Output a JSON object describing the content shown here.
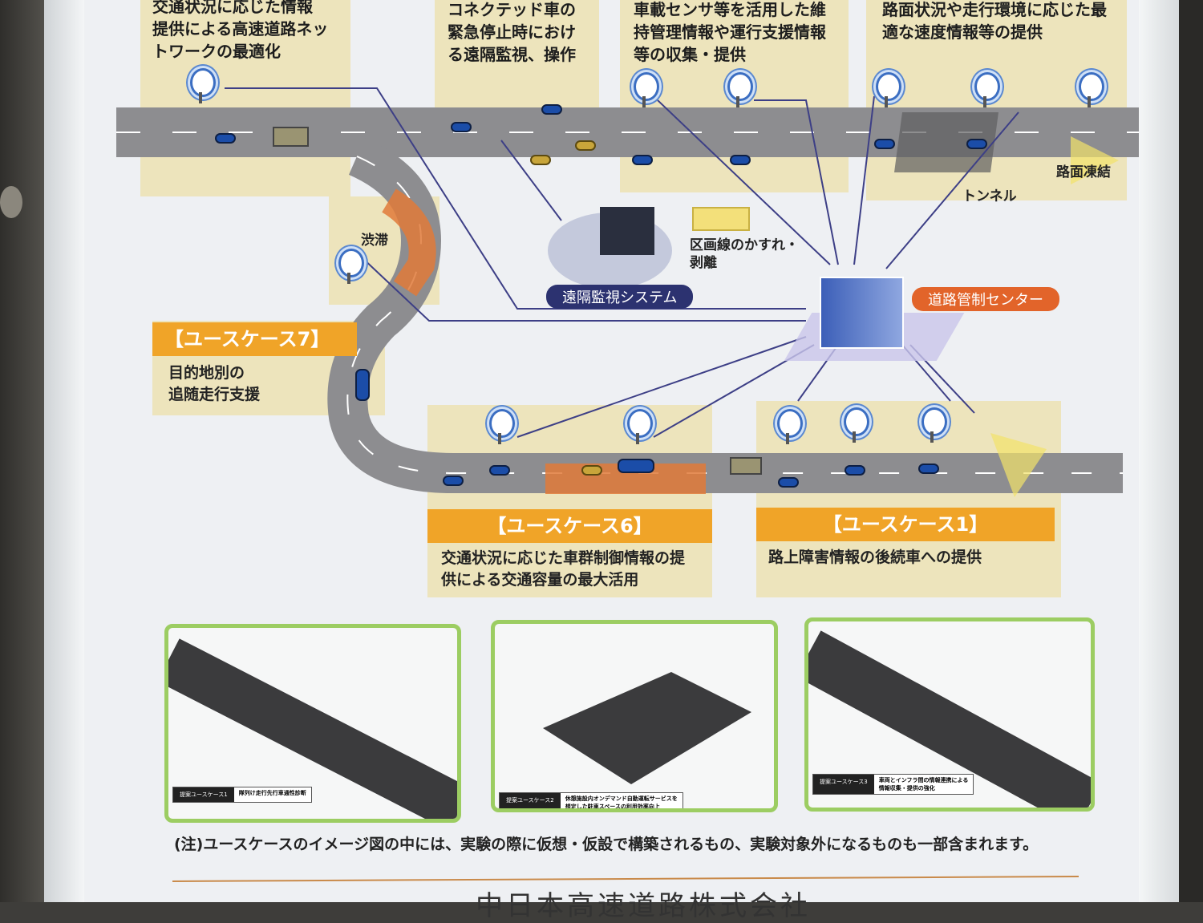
{
  "top_panels": [
    "交通状況に応じた情報\n提供による高速道路ネッ\nトワークの最適化",
    "コネクテッド車の\n緊急停止時におけ\nる遠隔監視、操作",
    "車載センサ等を活用した維\n持管理情報や運行支援情報\n等の収集・提供",
    "路面状況や走行環境に応じた最\n適な速度情報等の提供"
  ],
  "labels": {
    "congestion": "渋滞",
    "remote_system": "遠隔監視システム",
    "lane_marking": "区画線のかすれ・\n剥離",
    "control_center": "道路管制センター",
    "tunnel": "トンネル",
    "road_freeze": "路面凍結"
  },
  "use_cases": [
    {
      "title": "【ユースケース7】",
      "body": "目的地別の\n追随走行支援"
    },
    {
      "title": "【ユースケース6】",
      "body": "交通状況に応じた車群制御情報の提\n供による交通容量の最大活用"
    },
    {
      "title": "【ユースケース1】",
      "body": "路上障害情報の後続車への提供"
    }
  ],
  "thumbnails": [
    {
      "tag": "提案ユースケース1",
      "caption": "隊列け走行先行車通性診断"
    },
    {
      "tag": "提案ユースケース2",
      "caption": "休憩施設内オンデマンド自動運転サービスを\n想定した駐車スペースの利用効率向上"
    },
    {
      "tag": "提案ユースケース3",
      "caption": "車両とインフラ間の情報連携による\n情報収集・提供の強化"
    }
  ],
  "note": "(注)ユースケースのイメージ図の中には、実験の際に仮想・仮設で構築されるもの、実験対象外になるものも一部含まれます。",
  "company": "中日本高速道路株式会社",
  "colors": {
    "panel": "#ede4bc",
    "uc_header": "#f0a428",
    "navy": "#2c3270",
    "orange": "#e2642a",
    "thumb_border": "#9ccd62"
  }
}
